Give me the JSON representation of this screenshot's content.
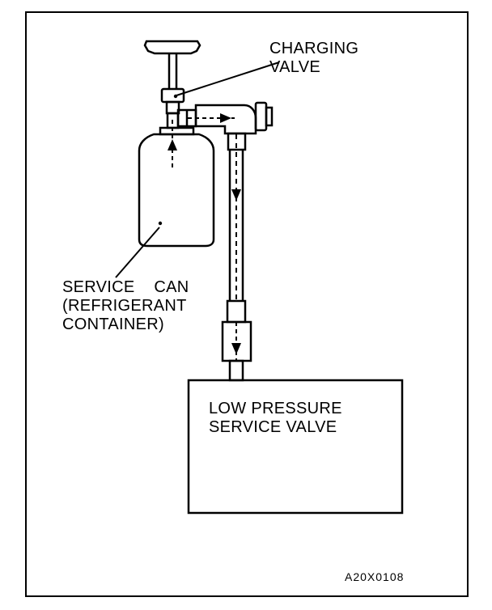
{
  "labels": {
    "charging_valve": [
      "CHARGING",
      "VALVE"
    ],
    "service_can": [
      "SERVICE CAN",
      "(REFRIGERANT",
      "CONTAINER)"
    ],
    "low_pressure_service_valve": [
      "LOW PRESSURE",
      "SERVICE VALVE"
    ]
  },
  "figure_code": "A20X0108"
}
